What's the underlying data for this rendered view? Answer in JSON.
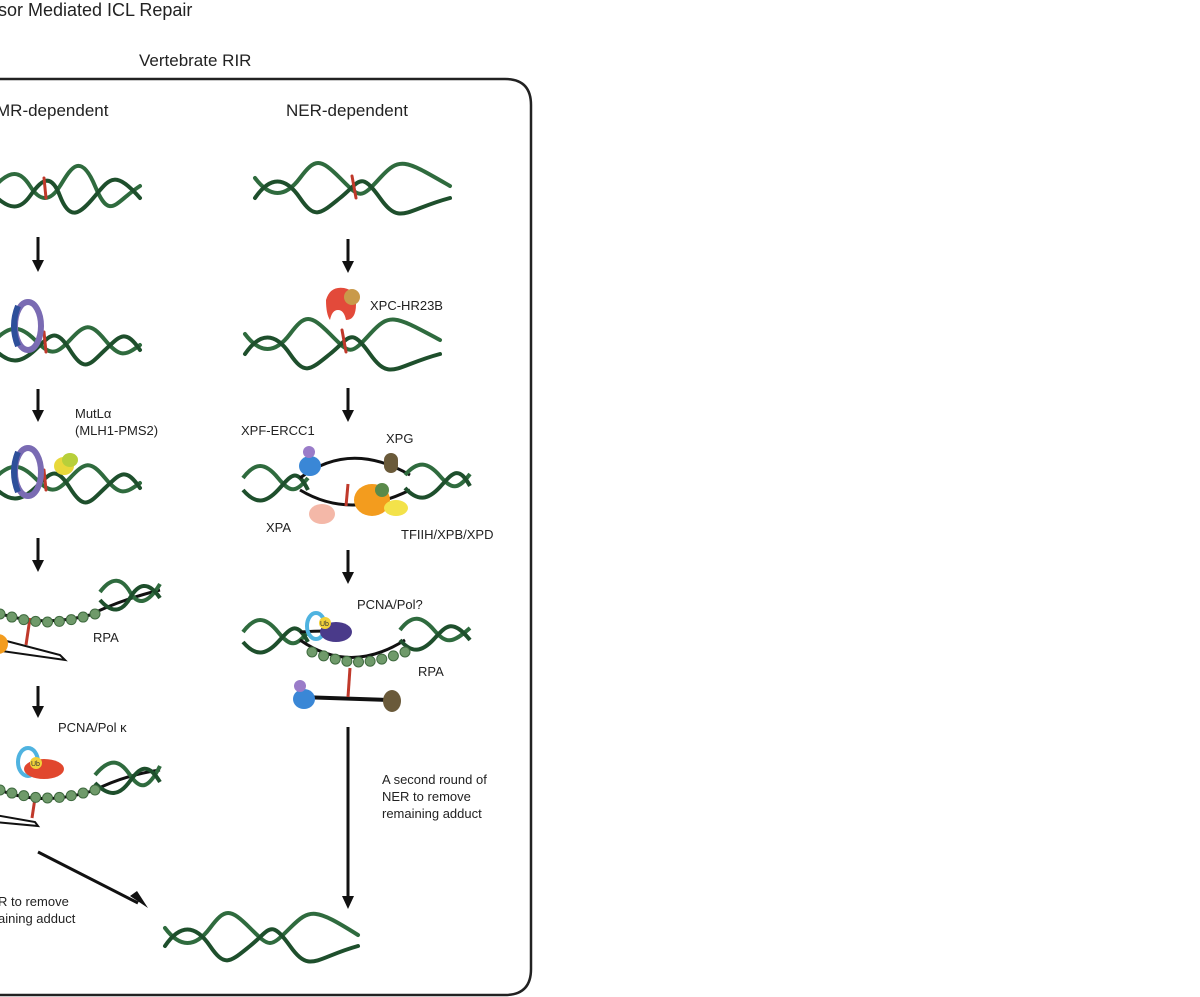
{
  "header": {
    "title": "sor Mediated ICL Repair",
    "subtitle": "Vertebrate RIR"
  },
  "columns": {
    "left_title": "MR-dependent",
    "right_title": "NER-dependent"
  },
  "labels": {
    "mutl": "MutLα",
    "mutl_sub": "(MLH1-PMS2)",
    "rpa_left": "RPA",
    "pcna_pol_k": "PCNA/Pol κ",
    "left_note_1": "R to remove",
    "left_note_2": "aining adduct",
    "xpc": "XPC-HR23B",
    "xpf": "XPF-ERCC1",
    "xpg": "XPG",
    "xpa": "XPA",
    "tfiih": "TFIIH/XPB/XPD",
    "pcna_pol": "PCNA/Pol?",
    "rpa_right": "RPA",
    "right_note_1": "A second round of",
    "right_note_2": "NER to remove",
    "right_note_3": "remaining adduct",
    "ub": "Ub"
  },
  "colors": {
    "dna_strand": "#2f6b3e",
    "crosslink": "#c0392b",
    "rpa_bead": "#6f9a6a",
    "frame": "#222222"
  }
}
